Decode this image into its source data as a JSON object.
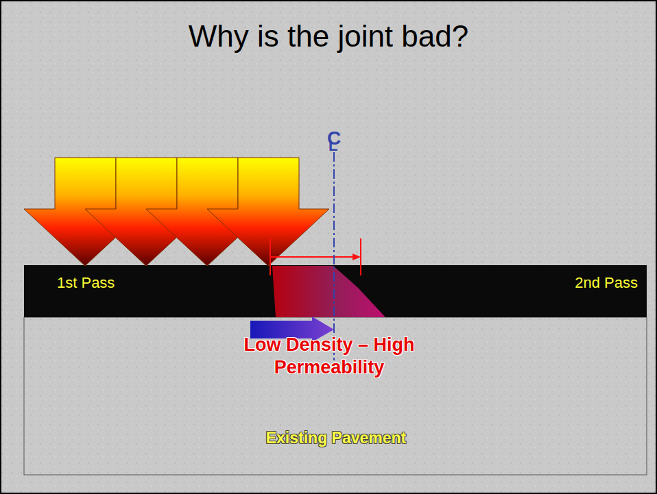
{
  "diagram": {
    "title": "Why is the joint bad?",
    "nodes": [
      {
        "text": [
          "1st Pass",
          "2nd Pass"
        ]
      },
      {
        "text": [
          "Low Density – High Permeability",
          "Existing Pavement"
        ]
      }
    ],
    "labels": [
      "C",
      "L"
    ]
  }
}
